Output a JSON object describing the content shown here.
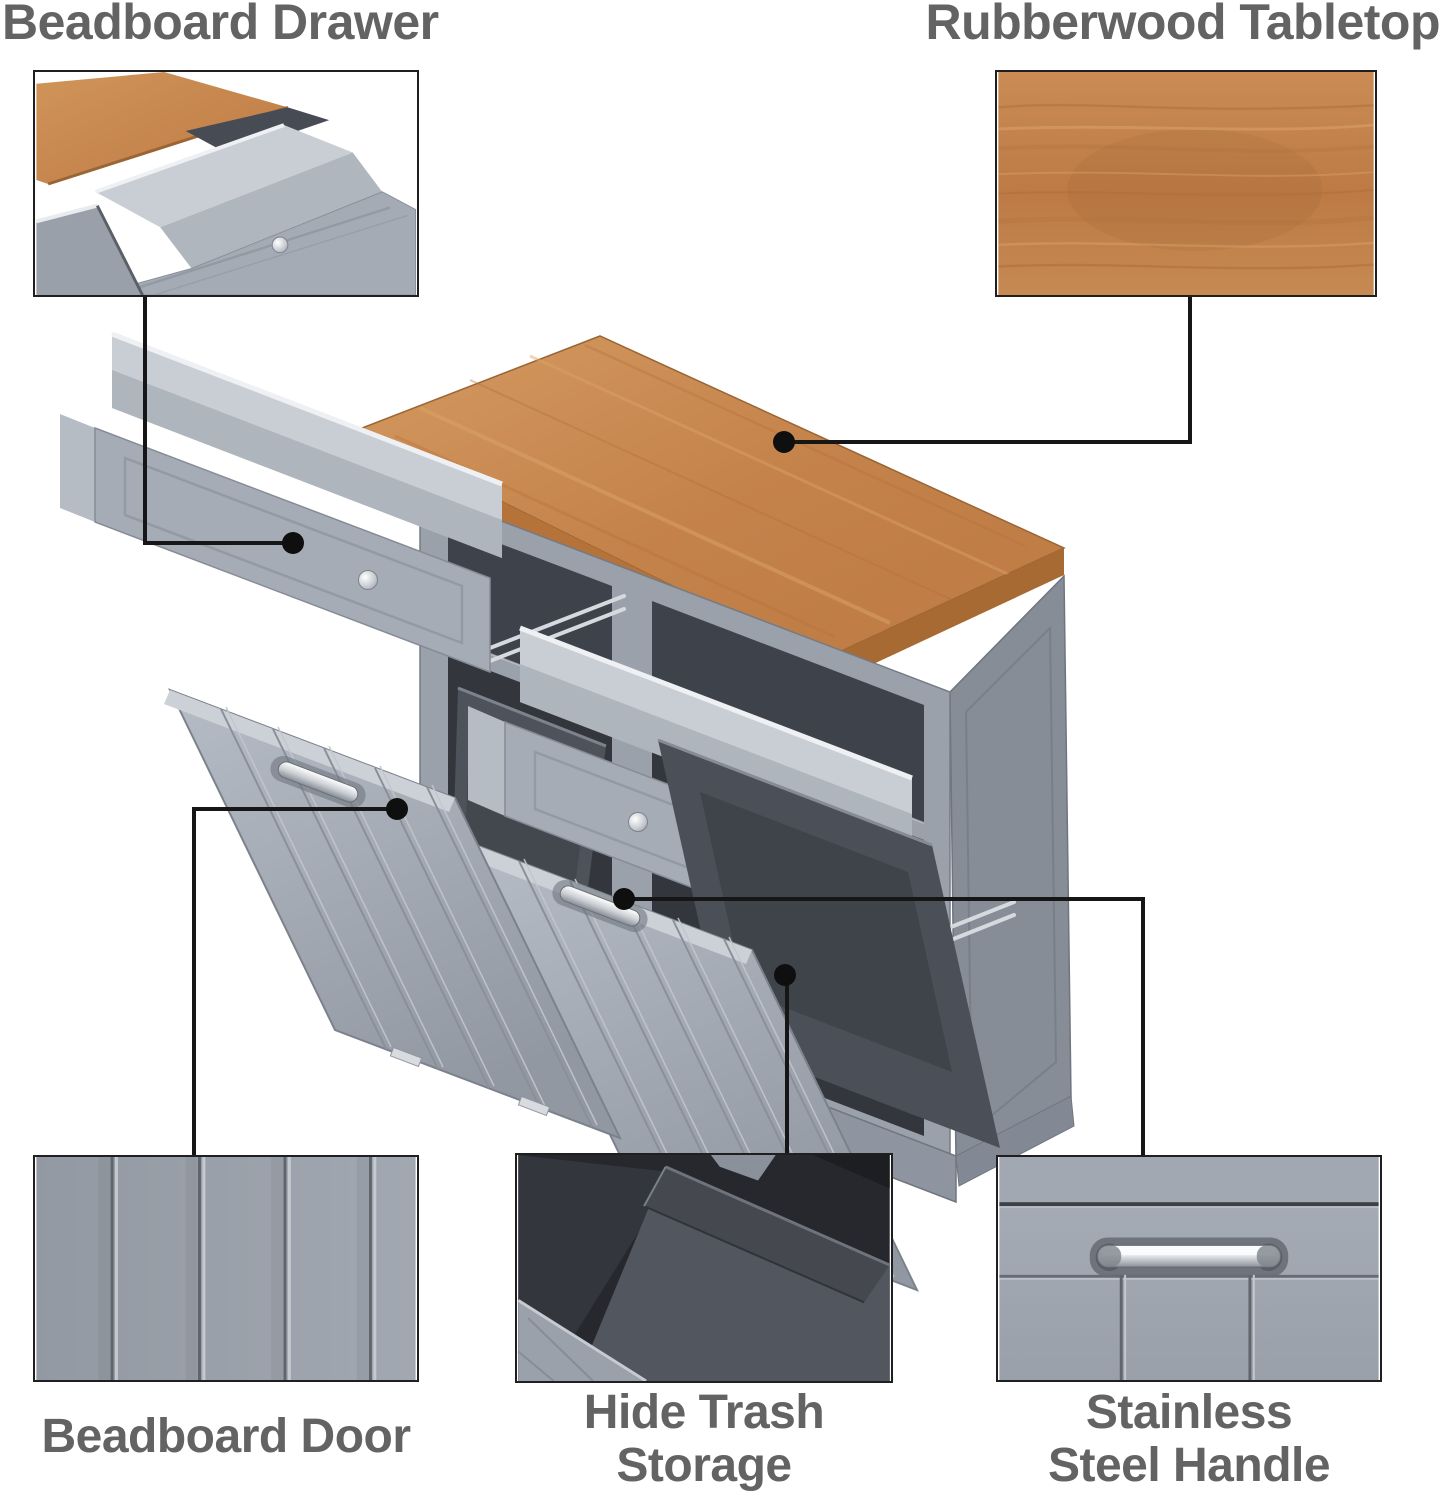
{
  "product_diagram": {
    "type": "annotated-product-feature-image",
    "product": "tilt-out trash cabinet with wood top, two drawers and two beadboard doors",
    "features": [
      {
        "id": "beadboard-drawer",
        "label": "Beadboard Drawer",
        "label_position": "top-left"
      },
      {
        "id": "rubberwood-tabletop",
        "label": "Rubberwood Tabletop",
        "label_position": "top-right"
      },
      {
        "id": "beadboard-door",
        "label": "Beadboard Door",
        "label_position": "bottom-left"
      },
      {
        "id": "hide-trash-storage",
        "label": "Hide Trash Storage",
        "label_lines": [
          "Hide Trash",
          "Storage"
        ],
        "label_position": "bottom-center"
      },
      {
        "id": "stainless-steel-handle",
        "label": "Stainless Steel Handle",
        "label_lines": [
          "Stainless",
          "Steel Handle"
        ],
        "label_position": "bottom-right"
      }
    ],
    "colors": {
      "background": "#ffffff",
      "label_text": "#636363",
      "connector_line": "#161616",
      "wood_top": "#c4834b",
      "cabinet_gray": "#9ba1ab",
      "cabinet_side_gray": "#878d97",
      "opening_dark": "#33363c",
      "bin_dark": "#4b4f57",
      "chrome": "#e8eaec"
    }
  }
}
